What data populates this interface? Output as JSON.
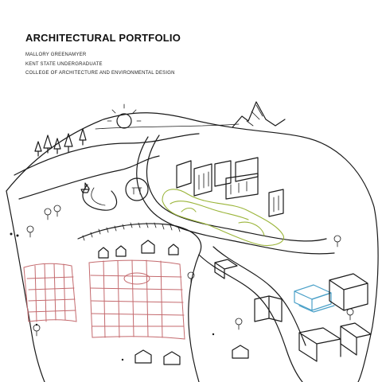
{
  "header": {
    "title": "ARCHITECTURAL PORTFOLIO",
    "lines": [
      "MALLORY GREENAMYER",
      "KENT STATE UNDERGRADUATE",
      "COLLEGE OF ARCHITECTURE AND ENVIRONMENTAL DESIGN"
    ]
  },
  "colors": {
    "ink": "#1a1a1a",
    "green_zone": "#9bb53a",
    "red_grid": "#c46a6e",
    "blue_building": "#4aa0c8"
  }
}
